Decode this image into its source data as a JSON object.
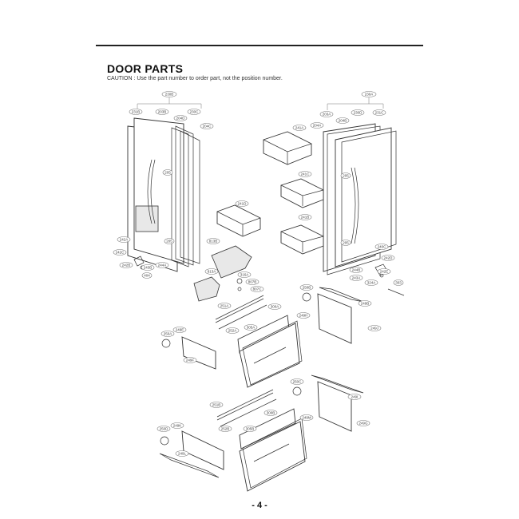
{
  "header": {
    "title": "DOOR PARTS",
    "caution": "CAUTION : Use the part number to order part, not the position number."
  },
  "footer": {
    "page_label": "- 4 -"
  },
  "callouts": {
    "c230B": "230B",
    "c231B": "231B",
    "c203B": "203B",
    "c230C": "230C",
    "c204D": "204D",
    "c204C": "204C",
    "c205a": "205",
    "c205b": "205",
    "c242A": "242A",
    "c242C": "242C",
    "c242B": "242B",
    "c243B": "243B",
    "c244A": "244A",
    "c404": "404",
    "c241D": "241D",
    "c813B": "813B",
    "c813A": "813A",
    "c316A": "316A",
    "c807B": "807B",
    "c807C": "807C",
    "c230A": "230A",
    "c241A": "241A",
    "c203A": "203A",
    "c230D": "230D",
    "c231C": "231C",
    "c204B": "204B",
    "c204A": "204A",
    "c241C": "241C",
    "c241B": "241B",
    "c205c": "205",
    "c205d": "205",
    "c240C": "240C",
    "c242D": "242D",
    "c244B": "244B",
    "c243A": "243A",
    "c324A": "324A",
    "c242E": "242E",
    "c303": "303",
    "c250B": "250B",
    "c249B": "249B",
    "c249J": "249J",
    "c250A": "250A",
    "c251A": "251A",
    "c252A": "252A",
    "c300A": "300A",
    "c305A": "305A",
    "c249E": "249E",
    "c249H": "249H",
    "c249F": "249F",
    "c250C": "250C",
    "c249I": "249I",
    "c249G": "249G",
    "c251B": "251B",
    "c252B": "252B",
    "c300B": "300B",
    "c305B": "305B",
    "c250D": "250D",
    "c249K": "249K",
    "c249L": "249L",
    "c249M": "249M"
  },
  "colors": {
    "ink": "#333333",
    "callout_stroke": "#777777",
    "rule": "#222222"
  }
}
